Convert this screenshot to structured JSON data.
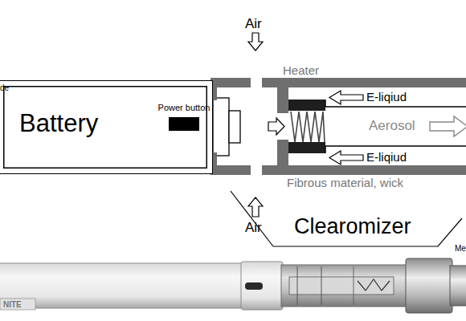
{
  "diagram": {
    "nodes": [
      {
        "text": [
          "Battery"
        ]
      },
      {
        "text": [
          "Power button"
        ],
        "in": 0
      }
    ],
    "labels": [
      "Air",
      "Heater",
      "de",
      "E-liqiud",
      "Aerosol",
      "E-liqiud",
      "Fibrous material, wick",
      "Air",
      "Clearomizer",
      "Me",
      "NITE"
    ]
  }
}
